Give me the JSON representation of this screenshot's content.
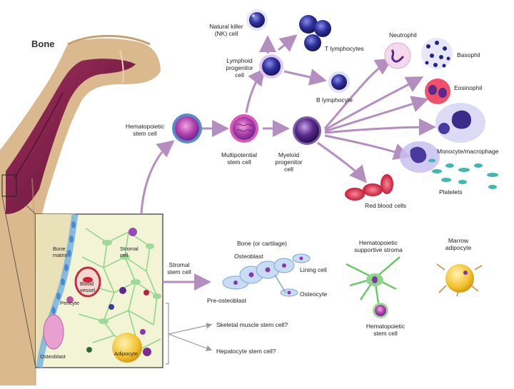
{
  "labels": {
    "bone": "Bone",
    "nk_cell": "Natural killer\n(NK) cell",
    "t_lymphocytes": "T lymphocytes",
    "lymphoid_progenitor": "Lymphoid\nprogenitor\ncell",
    "b_lymphocyte": "B lymphocyte",
    "neutrophil": "Neutrophil",
    "basophil": "Basophil",
    "eosinophil": "Eosinophil",
    "monocyte": "Monocyte/macrophage",
    "platelets": "Platelets",
    "red_blood_cells": "Red blood cells",
    "hematopoietic_stem_cell": "Hematopoietic\nstem cell",
    "multipotential_stem_cell": "Multipotential\nstem cell",
    "myeloid_progenitor": "Myeloid\nprogenitor\ncell",
    "bone_matrix": "Bone\nmatrix",
    "stromal_cell_inset": "Stromal\ncell",
    "blood_vessel": "Blood\nvessel",
    "pericyte": "Pericyte",
    "osteoblast_inset": "Osteoblast",
    "adipocyte": "Adipocyte",
    "stromal_stem_cell": "Stromal\nstem cell",
    "bone_or_cartilage": "Bone (or cartilage)",
    "osteoblast": "Osteoblast",
    "lining_cell": "Lining cell",
    "osteocyte": "Osteocyte",
    "pre_osteoblast": "Pre-osteoblast",
    "hematopoietic_supportive_stroma": "Hematopoietic\nsupportive stroma",
    "marrow_adipocyte": "Marrow\nadipocyte",
    "hematopoietic_stem_cell_stroma": "Hematopoietic\nstem cell",
    "skeletal_muscle": "Skeletal muscle stem cell?",
    "hepatocyte": "Hepatocyte stem cell?"
  },
  "colors": {
    "bone_tan": "#d9b98d",
    "bone_marrow": "#7a1f3d",
    "stem_purple": "#8e3fa0",
    "lymph_blue": "#2a2d8a",
    "arrow_mauve": "#b48ec0",
    "inset_bg": "#f3f4d6",
    "stroma_green": "#8fd58c",
    "rbc_red": "#e0304a",
    "platelet_teal": "#3fb8b0",
    "adipocyte_yellow": "#f2c230"
  }
}
